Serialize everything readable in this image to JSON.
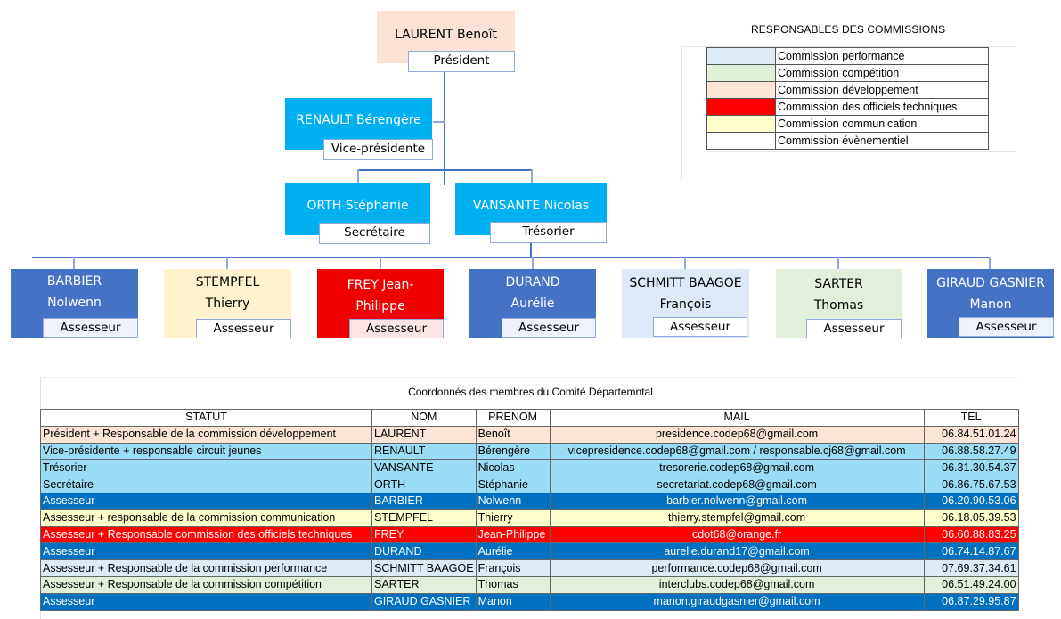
{
  "colors": {
    "line": "#4472c4",
    "president": "#fbe2d5",
    "cyan": "#00b0f0",
    "blue": "#4472c4",
    "yellow": "#fff2cc",
    "red": "#ee0000",
    "lightblue": "#dde9f6",
    "lightgreen": "#e2efda"
  },
  "org": {
    "president": {
      "name": "LAURENT Benoît",
      "role": "Président"
    },
    "vice": {
      "name": "RENAULT Bérengère",
      "role": "Vice-présidente"
    },
    "secretary": {
      "name": "ORTH Stéphanie",
      "role": "Secrétaire"
    },
    "treasurer": {
      "name": "VANSANTE Nicolas",
      "role": "Trésorier"
    },
    "assessors": [
      {
        "name1": "BARBIER",
        "name2": "Nolwenn",
        "role": "Assesseur"
      },
      {
        "name1": "STEMPFEL",
        "name2": "Thierry",
        "role": "Assesseur"
      },
      {
        "name1": "FREY Jean-",
        "name2": "Philippe",
        "role": "Assesseur"
      },
      {
        "name1": "DURAND",
        "name2": "Aurélie",
        "role": "Assesseur"
      },
      {
        "name1": "SCHMITT BAAGOE",
        "name2": "François",
        "role": "Assesseur"
      },
      {
        "name1": "SARTER",
        "name2": "Thomas",
        "role": "Assesseur"
      },
      {
        "name1": "GIRAUD GASNIER",
        "name2": "Manon",
        "role": "Assesseur"
      }
    ]
  },
  "legend": {
    "title": "RESPONSABLES DES COMMISSIONS",
    "items": [
      {
        "label": "Commission performance",
        "color": "#ddebf7"
      },
      {
        "label": "Commission compétition",
        "color": "#dff0d8"
      },
      {
        "label": "Commission développement",
        "color": "#fce4d6"
      },
      {
        "label": "Commission des officiels techniques",
        "color": "#ff0000"
      },
      {
        "label": "Commission communication",
        "color": "#ffffcc"
      },
      {
        "label": "Commission évènementiel",
        "color": "#ffffff"
      }
    ]
  },
  "contacts": {
    "title": "Coordonnés des membres du Comité Départemntal",
    "headers": [
      "STATUT",
      "NOM",
      "PRENOM",
      "MAIL",
      "TEL"
    ],
    "rows": [
      {
        "statut": "Président + Responsable de la commission développement",
        "nom": "LAURENT",
        "prenom": "Benoît",
        "mail": "presidence.codep68@gmail.com",
        "tel": "06.84.51.01.24",
        "bg": "#fce4d6",
        "dark": false
      },
      {
        "statut": "Vice-présidente + responsable circuit jeunes",
        "nom": "RENAULT",
        "prenom": "Bérengère",
        "mail": "vicepresidence.codep68@gmail.com / responsable.cj68@gmail.com",
        "tel": "06.88.58.27.49",
        "bg": "#99dcf6",
        "dark": false
      },
      {
        "statut": "Trésorier",
        "nom": "VANSANTE",
        "prenom": "Nicolas",
        "mail": "tresorerie.codep68@gmail.com",
        "tel": "06.31.30.54.37",
        "bg": "#99dcf6",
        "dark": false
      },
      {
        "statut": "Secrétaire",
        "nom": "ORTH",
        "prenom": "Stéphanie",
        "mail": "secretariat.codep68@gmail.com",
        "tel": "06.86.75.67.53",
        "bg": "#99dcf6",
        "dark": false
      },
      {
        "statut": "Assesseur",
        "nom": "BARBIER",
        "prenom": "Nolwenn",
        "mail": "barbier.nolwenn@gmail.com",
        "tel": "06.20.90.53.06",
        "bg": "#0070c0",
        "dark": true
      },
      {
        "statut": "Assesseur + responsable de la commission communication",
        "nom": "STEMPFEL",
        "prenom": "Thierry",
        "mail": "thierry.stempfel@gmail.com",
        "tel": "06.18.05.39.53",
        "bg": "#ffffcc",
        "dark": false
      },
      {
        "statut": "Assesseur + Responsable commission des officiels techniques",
        "nom": "FREY",
        "prenom": "Jean-Philippe",
        "mail": "cdot68@orange.fr",
        "tel": "06.60.88.83.25",
        "bg": "#ff0000",
        "dark": true
      },
      {
        "statut": "Assesseur",
        "nom": "DURAND",
        "prenom": "Aurélie",
        "mail": "aurelie.durand17@gmail.com",
        "tel": "06.74.14.87.67",
        "bg": "#0070c0",
        "dark": true
      },
      {
        "statut": "Assesseur + Responsable de la commission performance",
        "nom": "SCHMITT BAAGOE",
        "prenom": "François",
        "mail": "performance.codep68@gmail.com",
        "tel": "07.69.37.34.61",
        "bg": "#ddebf7",
        "dark": false
      },
      {
        "statut": "Assesseur + Responsable de la commission compétition",
        "nom": "SARTER",
        "prenom": "Thomas",
        "mail": "interclubs.codep68@gmail.com",
        "tel": "06.51.49.24.00",
        "bg": "#e2efda",
        "dark": false
      },
      {
        "statut": "Assesseur",
        "nom": "GIRAUD GASNIER",
        "prenom": "Manon",
        "mail": "manon.giraudgasnier@gmail.com",
        "tel": "06.87.29.95.87",
        "bg": "#0070c0",
        "dark": true
      }
    ]
  }
}
